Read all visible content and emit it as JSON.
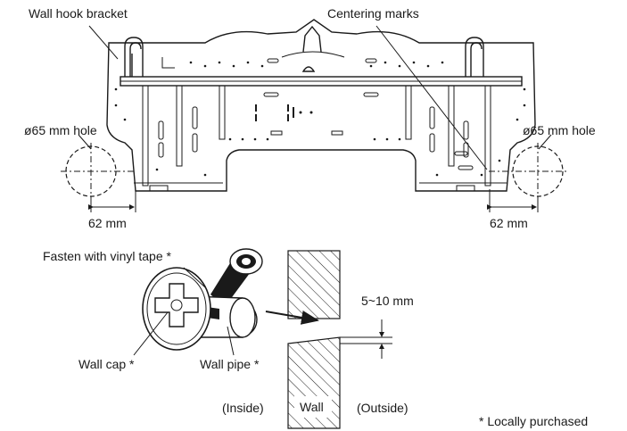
{
  "labels": {
    "bracket": "Wall hook bracket",
    "centering": "Centering marks",
    "hole_left": "ø65 mm hole",
    "hole_right": "ø65 mm hole",
    "dim_left": "62 mm",
    "dim_right": "62 mm",
    "fasten": "Fasten with vinyl tape *",
    "gap": "5~10 mm",
    "wall_cap": "Wall cap *",
    "wall_pipe": "Wall pipe *",
    "inside": "(Inside)",
    "wall": "Wall",
    "outside": "(Outside)",
    "note": "* Locally purchased"
  },
  "colors": {
    "ink": "#1a1a1a",
    "background": "#ffffff"
  }
}
